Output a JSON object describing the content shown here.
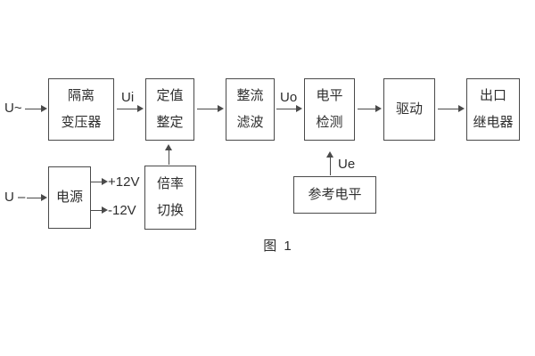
{
  "colors": {
    "line": "#4a4a4a",
    "text": "#2e2e2e",
    "bg": "#ffffff"
  },
  "caption": "图 1",
  "inputs": {
    "ac": "U~",
    "dc": "U –"
  },
  "signals": {
    "ui": "Ui",
    "uo": "Uo",
    "ue": "Ue",
    "pos12": "+12V",
    "neg12": "-12V"
  },
  "flow": {
    "boxes": [
      {
        "name": "isolation-transformer",
        "lines": [
          "隔离",
          "变压器"
        ]
      },
      {
        "name": "setting-adjustment",
        "lines": [
          "定值",
          "整定"
        ]
      },
      {
        "name": "rectifier-filter",
        "lines": [
          "整流",
          "滤波"
        ]
      },
      {
        "name": "level-detection",
        "lines": [
          "电平",
          "检测"
        ]
      },
      {
        "name": "drive",
        "lines": [
          "驱动"
        ]
      },
      {
        "name": "output-relay",
        "lines": [
          "出口",
          "继电器"
        ]
      }
    ]
  },
  "power": {
    "box": "电源"
  },
  "ratio_switch": {
    "lines": [
      "倍率",
      "切换"
    ]
  },
  "reference": {
    "box": "参考电平"
  }
}
